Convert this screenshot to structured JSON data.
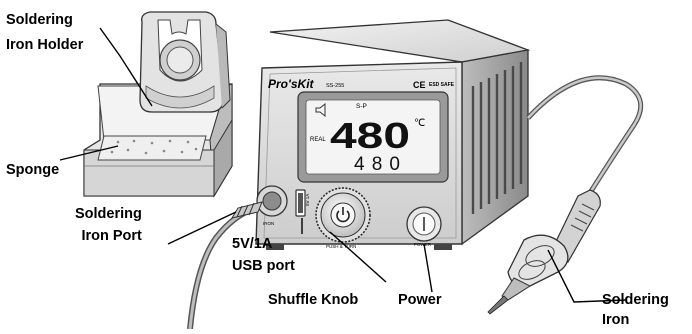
{
  "labels": {
    "holder": [
      "Soldering",
      "Iron Holder"
    ],
    "sponge": "Sponge",
    "port": [
      "Soldering",
      "Iron Port"
    ],
    "usb": [
      "5V/1A",
      "USB port"
    ],
    "knob": "Shuffle Knob",
    "power": "Power",
    "iron": [
      "Soldering",
      "Iron"
    ]
  },
  "device": {
    "brand": "Pro'sKit",
    "model": "SS-255",
    "ce": "CE",
    "esd": "ESD SAFE",
    "sp_label": "S-P",
    "real_label": "REAL",
    "set_temp": "480",
    "unit": "℃",
    "real_temp": "480",
    "port_tag": "IRON",
    "usb_tag": "5V 1A",
    "knob_tag": "PUSH & TURN",
    "power_tag": "POWER"
  }
}
